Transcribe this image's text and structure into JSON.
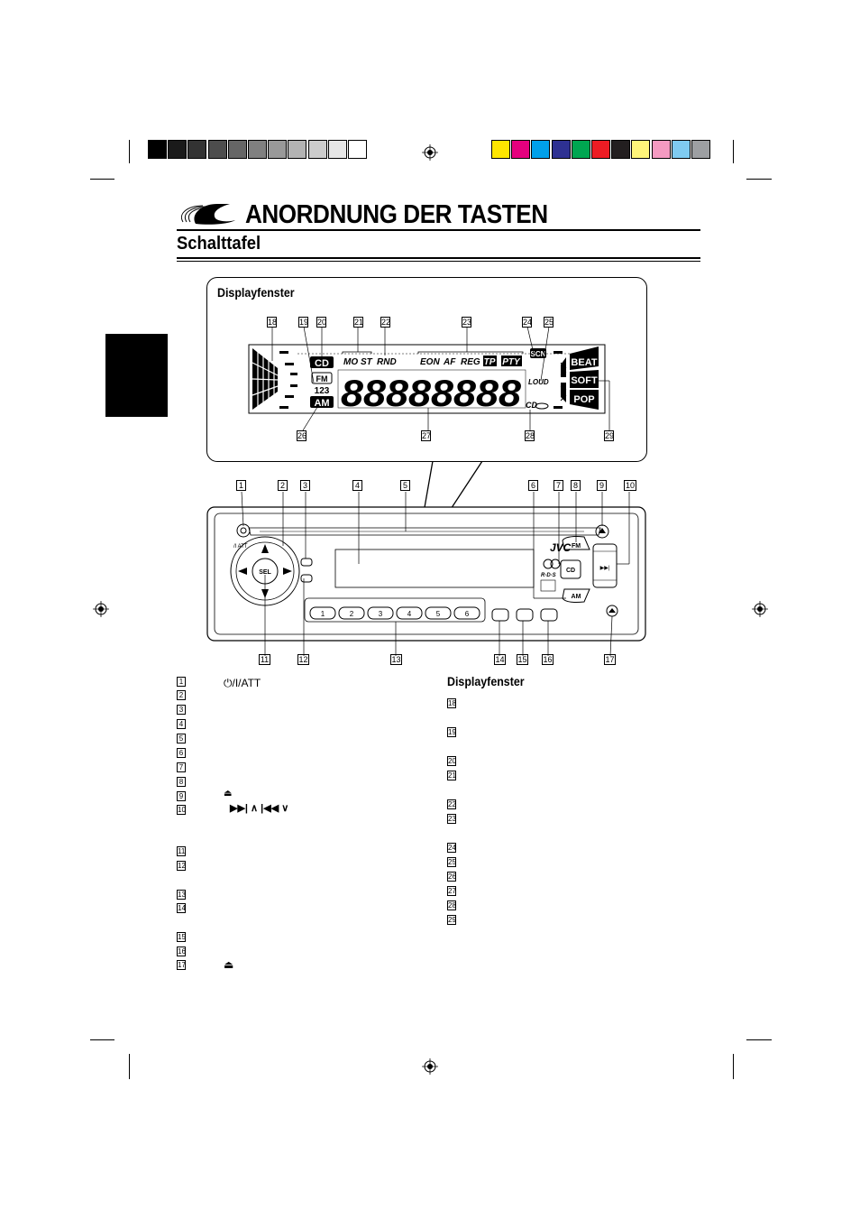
{
  "header": {
    "title": "ANORDNUNG DER TASTEN",
    "subtitle": "Schalttafel"
  },
  "display_window": {
    "label": "Displayfenster",
    "indicators": {
      "cd": "CD",
      "fm": "FM",
      "bands": "123",
      "am": "AM",
      "mo": "MO",
      "st": "ST",
      "rnd": "RND",
      "eon": "EON",
      "af": "AF",
      "reg": "REG",
      "tp": "TP",
      "pty": "PTY",
      "scn": "SCN",
      "loud": "LOUD",
      "cd_small": "CD",
      "beat": "BEAT",
      "soft": "SOFT",
      "pop": "POP"
    },
    "callouts_top": [
      "18",
      "19",
      "20",
      "21",
      "22",
      "23",
      "24",
      "25"
    ],
    "callouts_bottom": [
      "26",
      "27",
      "28",
      "29"
    ]
  },
  "panel": {
    "brand": "JVC",
    "sel_label": "SEL",
    "fm_label": "FM",
    "am_label": "AM",
    "cd_label": "CD",
    "att_label": "/I ATT",
    "presets": [
      "1",
      "2",
      "3",
      "4",
      "5",
      "6"
    ],
    "callouts_top": [
      "1",
      "2",
      "3",
      "4",
      "5",
      "6",
      "7",
      "8",
      "9",
      "10"
    ],
    "callouts_bottom": [
      "11",
      "12",
      "13",
      "14",
      "15",
      "16",
      "17"
    ]
  },
  "list_left": {
    "numbers": [
      "1",
      "2",
      "3",
      "4",
      "5",
      "6",
      "7",
      "8",
      "9",
      "10",
      "11",
      "12",
      "13",
      "14",
      "15",
      "16",
      "17"
    ],
    "item1_symbol": "⏻/I/ATT",
    "item9_symbol": "⏏",
    "item10_symbol": "▶▶| ∧ |◀◀ ∨",
    "item17_symbol": "⏏"
  },
  "list_right": {
    "heading": "Displayfenster",
    "numbers": [
      "18",
      "19",
      "20",
      "21",
      "22",
      "23",
      "24",
      "25",
      "26",
      "27",
      "28",
      "29"
    ]
  },
  "print_marks": {
    "gray_swatches": [
      "#000000",
      "#1a1a1a",
      "#333333",
      "#4d4d4d",
      "#666666",
      "#808080",
      "#999999",
      "#b3b3b3",
      "#cccccc",
      "#e6e6e6",
      "#ffffff"
    ],
    "color_swatches": [
      "#ffe600",
      "#e5007e",
      "#00a0e9",
      "#2e3192",
      "#00a651",
      "#ed1c24",
      "#231f20",
      "#fff57a",
      "#f49ac1",
      "#7fcbf0",
      "#9d9fa2"
    ]
  }
}
